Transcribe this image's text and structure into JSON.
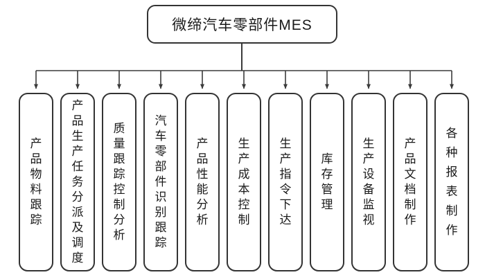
{
  "diagram": {
    "root_label": "微缔汽车零部件MES",
    "modules": [
      {
        "label": "产品物料跟踪"
      },
      {
        "label": "产品生产任务分派及调度"
      },
      {
        "label": "质量跟踪控制分析"
      },
      {
        "label": "汽车零部件识别跟踪"
      },
      {
        "label": "产品性能分析"
      },
      {
        "label": "生产成本控制"
      },
      {
        "label": "生产指令下达"
      },
      {
        "label": "库存管理"
      },
      {
        "label": "生产设备监视"
      },
      {
        "label": "产品文档制作"
      },
      {
        "label": "各种报表制作"
      }
    ],
    "colors": {
      "background": "#ffffff",
      "border": "#333333",
      "connector": "#3a3a3a",
      "text": "#1a1a1a"
    }
  }
}
